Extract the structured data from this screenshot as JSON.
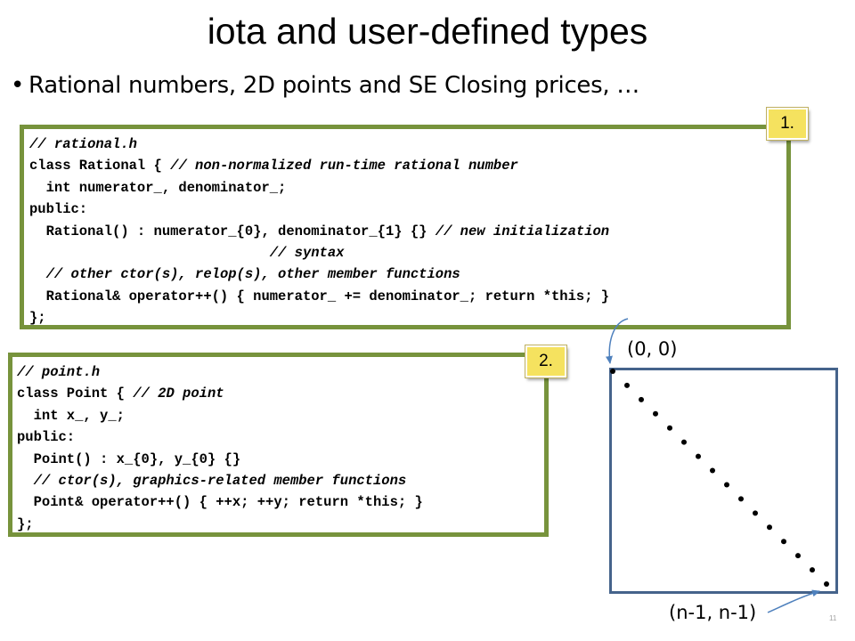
{
  "title": "iota and user-defined  types",
  "bullet": {
    "marker": "•",
    "text": "Rational numbers, 2D points and SE Closing prices, …"
  },
  "rational_box": {
    "badge": "1.",
    "lines": [
      {
        "code": "",
        "comment": "// rational.h"
      },
      {
        "code": "class Rational { ",
        "comment": "// non-normalized run-time rational number"
      },
      {
        "code": "  int numerator_, denominator_;",
        "comment": ""
      },
      {
        "code": "public:",
        "comment": ""
      },
      {
        "code": "  Rational() : numerator_{0}, denominator_{1} {} ",
        "comment": "// new initialization"
      },
      {
        "code": "                             ",
        "comment": "// syntax"
      },
      {
        "code": "  ",
        "comment": "// other ctor(s), relop(s), other member functions"
      },
      {
        "code": "  Rational& operator++() { numerator_ += denominator_; return *this; }",
        "comment": ""
      },
      {
        "code": "};",
        "comment": ""
      }
    ]
  },
  "point_box": {
    "badge": "2.",
    "lines": [
      {
        "code": "",
        "comment": "// point.h"
      },
      {
        "code": "class Point { ",
        "comment": "// 2D point"
      },
      {
        "code": "  int x_, y_;",
        "comment": ""
      },
      {
        "code": "public:",
        "comment": ""
      },
      {
        "code": "  Point() : x_{0}, y_{0} {}",
        "comment": ""
      },
      {
        "code": "  ",
        "comment": "// ctor(s), graphics-related member functions"
      },
      {
        "code": "  Point& operator++() { ++x; ++y; return *this; }",
        "comment": ""
      },
      {
        "code": "};",
        "comment": ""
      }
    ]
  },
  "diagram": {
    "top_label": "(0, 0)",
    "bottom_label": "(n-1, n-1)",
    "dot_count": 16,
    "border_color": "#45638b",
    "arrow_color": "#4f81bd"
  },
  "page_number": "11",
  "colors": {
    "code_border": "#77933c",
    "badge_fill": "#f5e25f"
  }
}
